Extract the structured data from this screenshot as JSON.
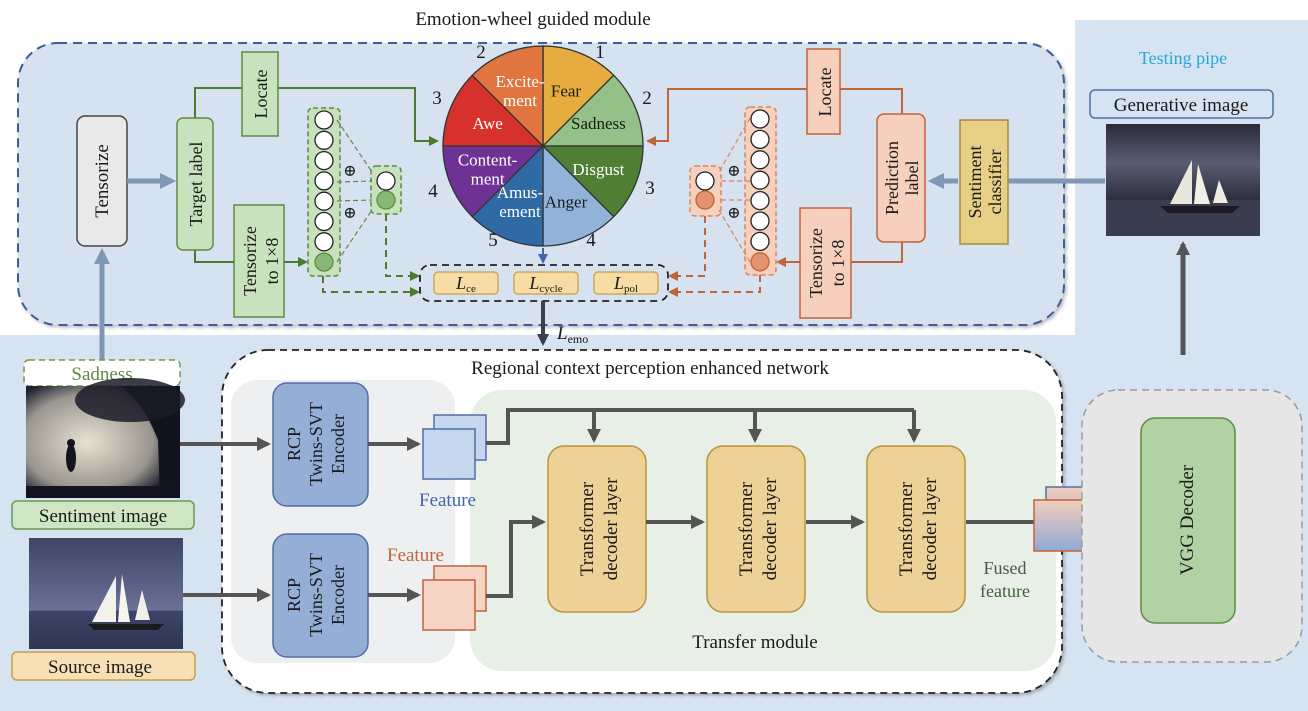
{
  "emotion_module": {
    "title": "Emotion-wheel guided module",
    "tensorize": "Tensorize",
    "target_label": "Target label",
    "locate_left": "Locate",
    "tensorize_left": [
      "Tensorize",
      "to 1×8"
    ],
    "locate_right": "Locate",
    "prediction_label": [
      "Prediction",
      "label"
    ],
    "tensorize_right": [
      "Tensorize",
      "to 1×8"
    ],
    "sentiment_classifier": [
      "Sentiment",
      "classifier"
    ],
    "plus_symbol": "⊕",
    "losses": {
      "ce": {
        "main": "L",
        "sub": "ce"
      },
      "cycle": {
        "main": "L",
        "sub": "cycle"
      },
      "pol": {
        "main": "L",
        "sub": "pol"
      }
    },
    "emo_loss": {
      "main": "L",
      "sub": "emo"
    },
    "left_color": "#4e7a2e",
    "right_color": "#c0643a"
  },
  "emotion_wheel": {
    "segments": [
      {
        "name": "Fear",
        "lines": [
          "Fear"
        ],
        "color": "#e6ac3f",
        "text_color": "#1a1a1a"
      },
      {
        "name": "Sadness",
        "lines": [
          "Sadness"
        ],
        "color": "#94c187",
        "text_color": "#1a1a1a"
      },
      {
        "name": "Disgust",
        "lines": [
          "Disgust"
        ],
        "color": "#4f7f34",
        "text_color": "#ffffff"
      },
      {
        "name": "Anger",
        "lines": [
          "Anger"
        ],
        "color": "#92b3d8",
        "text_color": "#1a1a1a"
      },
      {
        "name": "Amusement",
        "lines": [
          "Amus-",
          "ement"
        ],
        "color": "#2f6aa4",
        "text_color": "#ffffff"
      },
      {
        "name": "Contentment",
        "lines": [
          "Content-",
          "ment"
        ],
        "color": "#6e3294",
        "text_color": "#ffffff"
      },
      {
        "name": "Awe",
        "lines": [
          "Awe"
        ],
        "color": "#d6312d",
        "text_color": "#ffffff"
      },
      {
        "name": "Excitement",
        "lines": [
          "Excite-",
          "ment"
        ],
        "color": "#e0753f",
        "text_color": "#ffffff"
      }
    ],
    "numbers": [
      "1",
      "2",
      "3",
      "4",
      "5",
      "4",
      "3",
      "2"
    ]
  },
  "testing_pipe": {
    "title": "Testing pipe",
    "generative_image_label": "Generative image",
    "title_color": "#28a7d6"
  },
  "inputs": {
    "sadness_tag": "Sadness",
    "sentiment_image_label": "Sentiment image",
    "source_image_label": "Source image"
  },
  "rcp_network": {
    "title": "Regional context perception enhanced network",
    "encoder_top": [
      "RCP",
      "Twins-SVT",
      "Encoder"
    ],
    "encoder_bottom": [
      "RCP",
      "Twins-SVT",
      "Encoder"
    ],
    "feature_top": "Feature",
    "feature_bottom": "Feature",
    "decoder_layers": [
      [
        "Transformer",
        "decoder layer"
      ],
      [
        "Transformer",
        "decoder layer"
      ],
      [
        "Transformer",
        "decoder layer"
      ]
    ],
    "transfer_module": "Transfer module",
    "fused_feature": [
      "Fused",
      "feature"
    ]
  },
  "vgg": {
    "label": "VGG Decoder"
  }
}
